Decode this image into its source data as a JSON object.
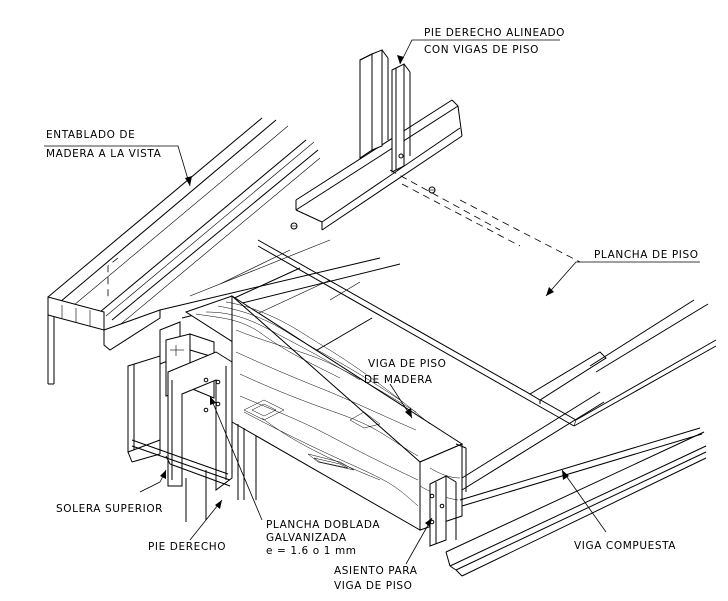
{
  "labels": {
    "stud_aligned_1": "PIE DERECHO ALINEADO",
    "stud_aligned_2": "CON VIGAS DE PISO",
    "decking_1": "ENTABLADO DE",
    "decking_2": "MADERA A LA VISTA",
    "floor_plate": "PLANCHA DE PISO",
    "joist_1": "VIGA DE PISO",
    "joist_2": "DE MADERA",
    "top_plate": "SOLERA SUPERIOR",
    "stud": "PIE DERECHO",
    "galv_1": "PLANCHA DOBLADA",
    "galv_2": "GALVANIZADA",
    "galv_3": "e = 1.6 o 1 mm",
    "seat_1": "ASIENTO PARA",
    "seat_2": "VIGA DE PISO",
    "composite_beam": "VIGA COMPUESTA"
  }
}
